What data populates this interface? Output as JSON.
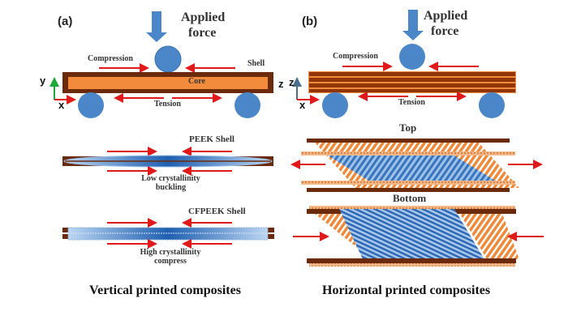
{
  "panel_a": {
    "label": "(a)",
    "applied_force": [
      "Applied",
      "force"
    ],
    "compression": "Compression",
    "shell": "Shell",
    "core": "Core",
    "tension": "Tension",
    "axis_y": "y",
    "axis_x": "x",
    "axis_z": "z",
    "peek_shell": "PEEK Shell",
    "peek_note": [
      "Low crystallinity",
      "buckling"
    ],
    "cfpeek_shell": "CFPEEK Shell",
    "cfpeek_note": [
      "High crystallinity",
      "compress"
    ],
    "caption": "Vertical printed composites"
  },
  "panel_b": {
    "label": "(b)",
    "applied_force": [
      "Applied",
      "force"
    ],
    "compression": "Compression",
    "tension": "Tension",
    "axis_z": "z",
    "axis_x": "x",
    "top": "Top",
    "bottom": "Bottom",
    "caption": "Horizontal printed composites"
  },
  "colors": {
    "shell_brown": "#6b2a0b",
    "core_orange": "#f28c3c",
    "roller_blue": "#4a86c8",
    "arrow_red": "#e01a1a",
    "fiber_blue": "#3f7fc4",
    "axis_green": "#1fa83a",
    "axis_steel": "#4a6f8c"
  }
}
